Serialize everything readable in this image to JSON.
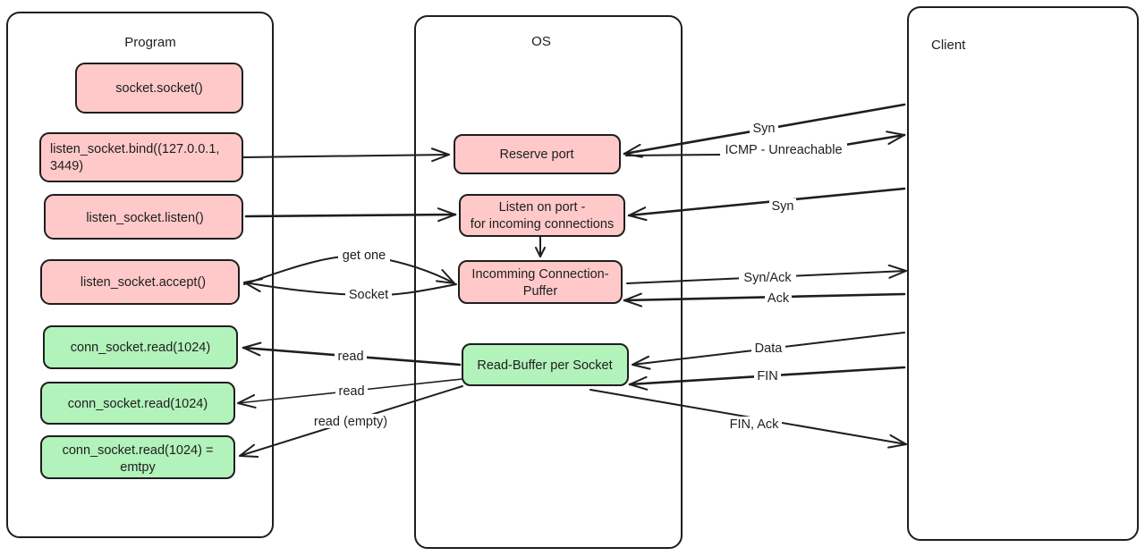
{
  "colors": {
    "stroke": "#1e1e1e",
    "red_fill": "#ffc9c9",
    "green_fill": "#b2f2bb",
    "lane_fill": "#ffffff"
  },
  "lanes": {
    "program": "Program",
    "os": "OS",
    "client": "Client"
  },
  "program_nodes": {
    "socket": "socket.socket()",
    "bind_line1": "listen_socket.bind((127.0.0.1,",
    "bind_line2": "3449)",
    "listen": "listen_socket.listen()",
    "accept": "listen_socket.accept()",
    "read1": "conn_socket.read(1024)",
    "read2": "conn_socket.read(1024)",
    "read3_line1": "conn_socket.read(1024) =",
    "read3_line2": "emtpy"
  },
  "os_nodes": {
    "reserve": "Reserve port",
    "listen_line1": "Listen on port -",
    "listen_line2": "for incoming connections",
    "conn_line1": "Incomming Connection-",
    "conn_line2": "Puffer",
    "readbuf": "Read-Buffer per Socket"
  },
  "edge_labels": {
    "syn1": "Syn",
    "icmp": "ICMP - Unreachable",
    "syn2": "Syn",
    "get_one": "get one",
    "socket": "Socket",
    "synack": "Syn/Ack",
    "ack": "Ack",
    "read1": "read",
    "read2": "read",
    "read_empty": "read (empty)",
    "data": "Data",
    "fin": "FIN",
    "finack": "FIN, Ack"
  }
}
